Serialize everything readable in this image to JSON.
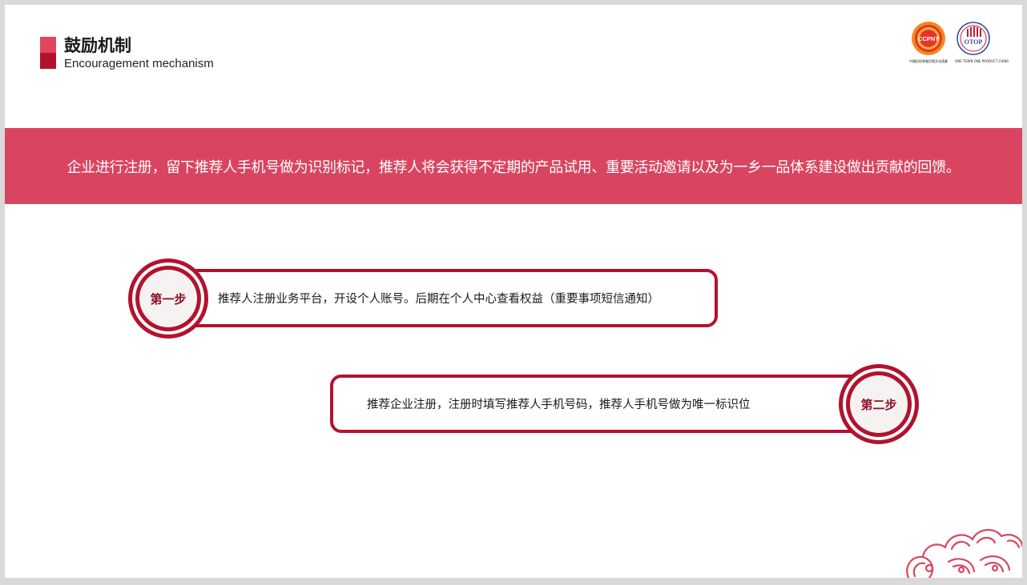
{
  "header": {
    "title_cn": "鼓励机制",
    "title_en": "Encouragement mechanism"
  },
  "logos": {
    "ccpnt_text": "CCPNT",
    "ccpnt_caption": "中國民俗學會民間文化遺產",
    "otop_text": "OTOP",
    "otop_caption": "ONE TOWN ONE PRODUCT CHINA"
  },
  "banner": {
    "text": "企业进行注册，留下推荐人手机号做为识别标记，推荐人将会获得不定期的产品试用、重要活动邀请以及为一乡一品体系建设做出贡献的回馈。"
  },
  "steps": [
    {
      "label": "第一步",
      "text": "推荐人注册业务平台，开设个人账号。后期在个人中心查看权益（重要事项短信通知）"
    },
    {
      "label": "第二步",
      "text": "推荐企业注册，注册时填写推荐人手机号码，推荐人手机号做为唯一标识位"
    }
  ],
  "colors": {
    "accent": "#b3122e",
    "banner": "#d94560",
    "accent_light": "#e0475c"
  }
}
